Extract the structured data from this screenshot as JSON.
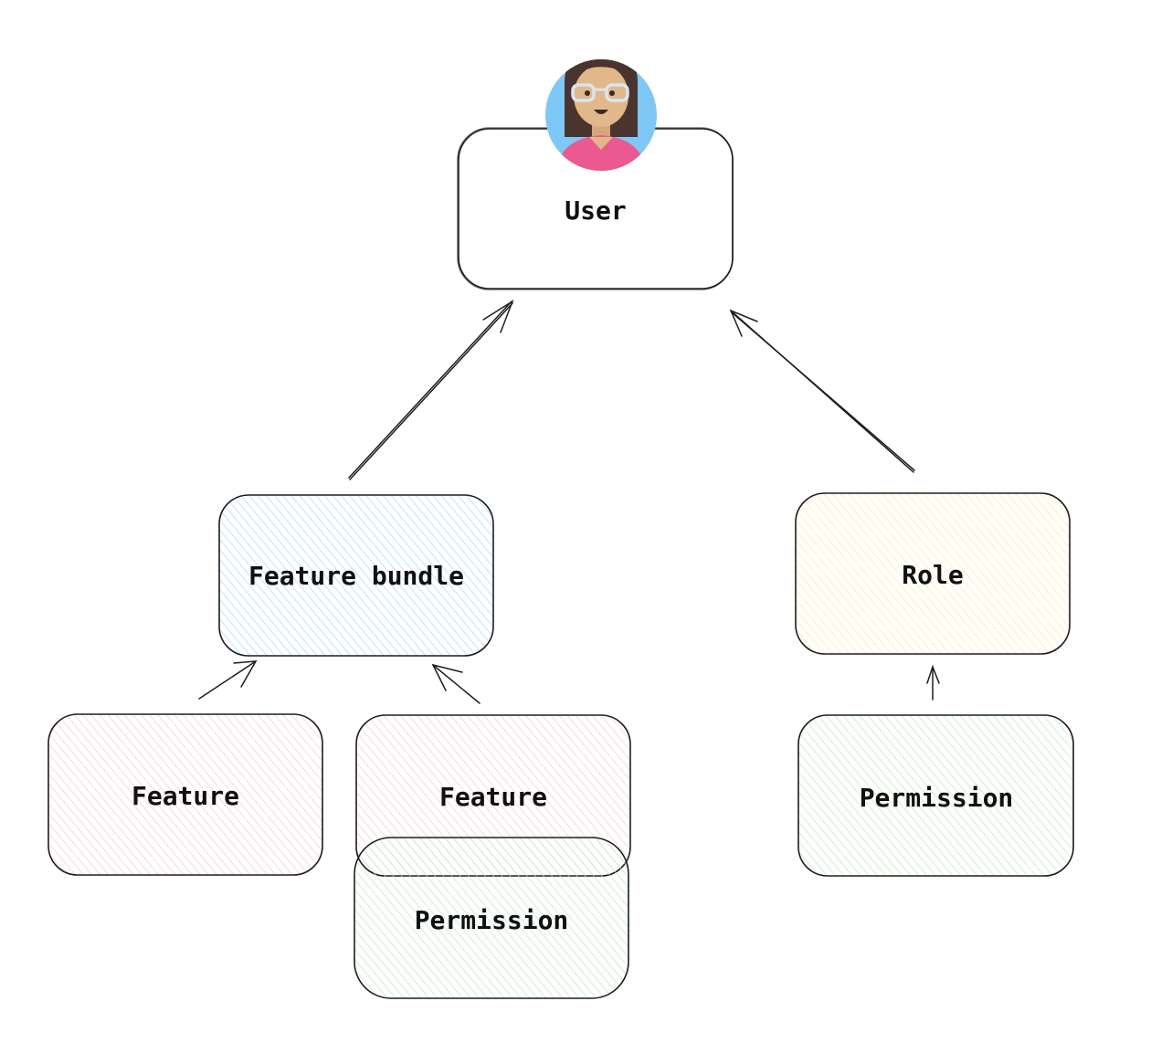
{
  "diagram": {
    "nodes": [
      {
        "id": "user",
        "label": "User",
        "fill": "#ffffff"
      },
      {
        "id": "feature-bundle",
        "label": "Feature bundle",
        "fill": "#a5d8ff"
      },
      {
        "id": "role",
        "label": "Role",
        "fill": "#ffec99"
      },
      {
        "id": "feature-1",
        "label": "Feature",
        "fill": "#ffc9c9"
      },
      {
        "id": "feature-2",
        "label": "Feature",
        "fill": "#ffc9c9"
      },
      {
        "id": "permission-1",
        "label": "Permission",
        "fill": "#b2f2bb"
      },
      {
        "id": "permission-2",
        "label": "Permission",
        "fill": "#b2f2bb"
      }
    ],
    "edges": [
      {
        "from": "feature-bundle",
        "to": "user"
      },
      {
        "from": "role",
        "to": "user"
      },
      {
        "from": "feature-1",
        "to": "feature-bundle"
      },
      {
        "from": "feature-2",
        "to": "feature-bundle"
      },
      {
        "from": "permission-2",
        "to": "role"
      }
    ],
    "avatar": {
      "icon": "user-avatar-icon",
      "colors": {
        "background": "#7ec8f8",
        "hair": "#4a342e",
        "skin": "#e2b88a",
        "shirt": "#ec5990",
        "glasses": "#d8e6ee"
      }
    }
  }
}
